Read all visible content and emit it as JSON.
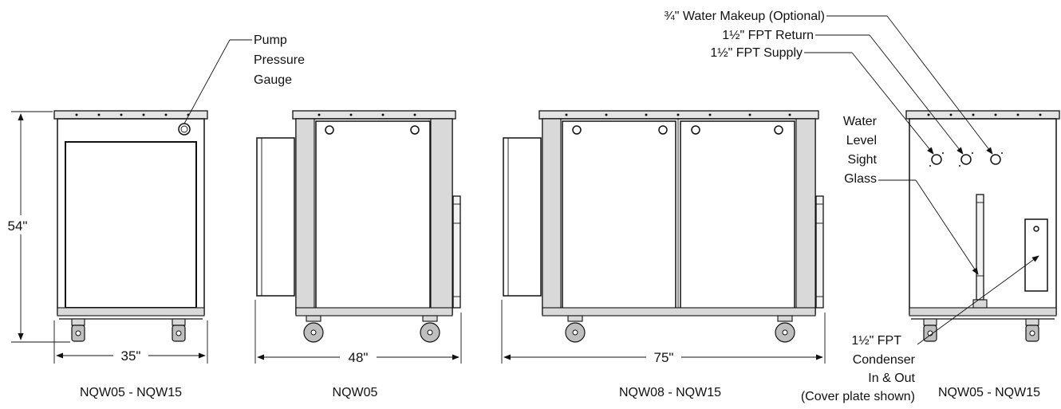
{
  "labels": {
    "pump_gauge": [
      "Pump",
      "Pressure",
      "Gauge"
    ],
    "water_makeup": "¾\" Water Makeup (Optional)",
    "fpt_return": "1½\" FPT Return",
    "fpt_supply": "1½\" FPT Supply",
    "sight_glass": [
      "Water",
      "Level",
      "Sight",
      "Glass"
    ],
    "condenser": [
      "1½\" FPT",
      "Condenser",
      "In & Out",
      "(Cover plate shown)"
    ]
  },
  "dimensions": {
    "height": "54\"",
    "front_width": "35\"",
    "side_small_width": "48\"",
    "side_large_width": "75\""
  },
  "captions": {
    "front": "NQW05 - NQW15",
    "side_small": "NQW05",
    "side_large": "NQW08 - NQW15",
    "rear": "NQW05 - NQW15"
  }
}
